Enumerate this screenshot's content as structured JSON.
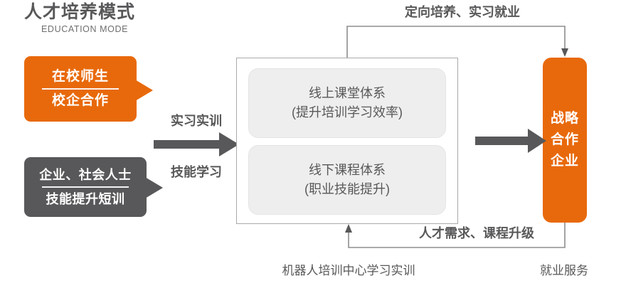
{
  "header": {
    "title": "人才培养模式",
    "subtitle": "EDUCATION MODE"
  },
  "colors": {
    "orange": "#e8690b",
    "gray": "#58585a",
    "card_fill": "#eeeeee",
    "box_border": "#a9a9ab",
    "background": "#ffffff"
  },
  "left_callouts": [
    {
      "id": "students",
      "line1": "在校师生",
      "line2": "校企合作",
      "color": "#e8690b"
    },
    {
      "id": "enterprise",
      "line1": "企业、社会人士",
      "line2": "技能提升短训",
      "color": "#58585a"
    }
  ],
  "flow": {
    "label_top": "实习实训",
    "label_bottom": "技能学习",
    "arrow_icon": "right-arrow-icon"
  },
  "center": {
    "cards": [
      {
        "id": "online",
        "title": "线上课堂体系",
        "subtitle": "(提升培训学习效率)"
      },
      {
        "id": "offline",
        "title": "线下课程体系",
        "subtitle": "(职业技能提升)"
      }
    ]
  },
  "partner": {
    "lines": [
      "战略",
      "合作",
      "企业"
    ]
  },
  "connectors": {
    "top_label": "定向培养、实习就业",
    "bottom_label": "人才需求、课程升级",
    "middle_arrow_icon": "thick-right-arrow-icon"
  },
  "captions": {
    "training": "机器人培训中心学习实训",
    "employment": "就业服务"
  }
}
